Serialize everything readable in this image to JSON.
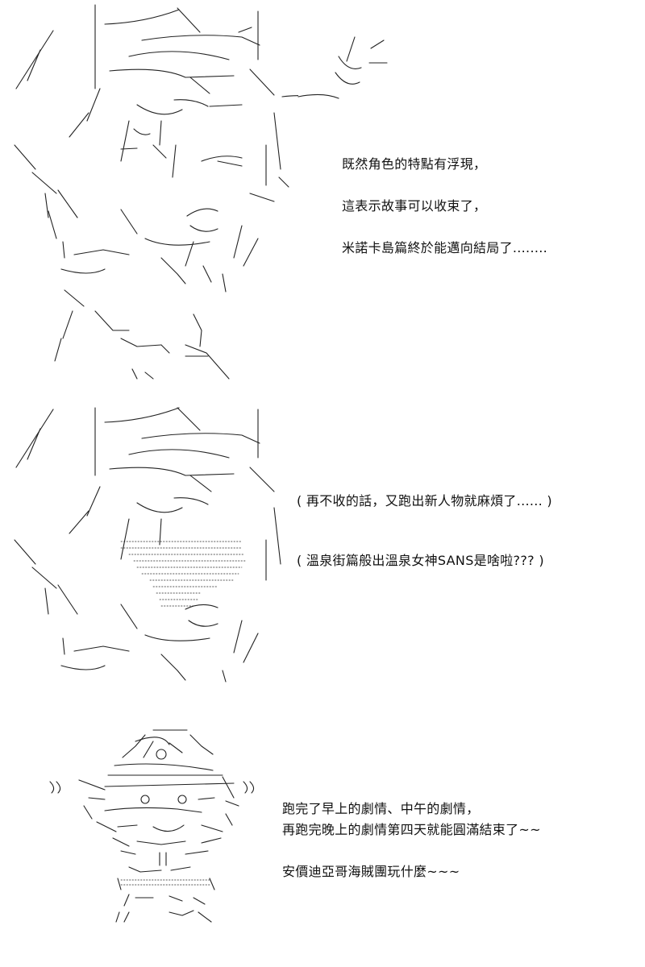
{
  "panel1": {
    "line1": "既然角色的特點有浮現，",
    "line2": "這表示故事可以收束了，",
    "line3": "米諾卡島篇終於能邁向結局了........"
  },
  "panel2": {
    "line1": "( 再不收的話，又跑出新人物就麻煩了...... )",
    "line2": "( 溫泉街篇般出溫泉女神SANS是啥啦??? )"
  },
  "panel3": {
    "line1": "跑完了早上的劇情、中午的劇情，",
    "line2": "再跑完晚上的劇情第四天就能圓滿結束了~~",
    "line3": "安價迪亞哥海賊團玩什麼~~~"
  }
}
